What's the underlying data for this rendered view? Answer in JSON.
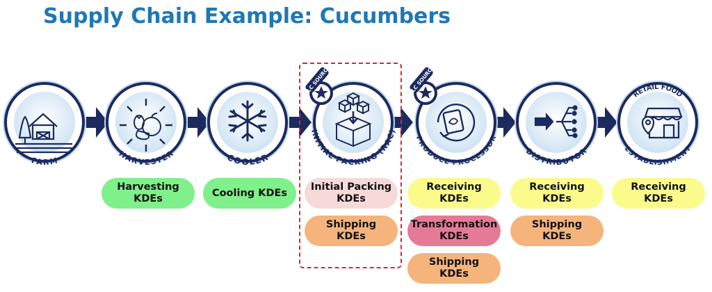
{
  "title": "Supply Chain Example: Cucumbers",
  "stages": [
    {
      "id": "farm",
      "label": "FARM",
      "icon": "barn-icon"
    },
    {
      "id": "harvester",
      "label": "HARVESTER",
      "icon": "vegetables-icon"
    },
    {
      "id": "cooler",
      "label": "COOLER",
      "icon": "snowflake-icon"
    },
    {
      "id": "initial-packing",
      "label": "INITIAL PACKING (RAC)",
      "icon": "boxes-icon",
      "badge": "TLC SOURCE"
    },
    {
      "id": "produce-processor",
      "label": "PRODUCE PROCESSOR",
      "icon": "package-cycle-icon",
      "badge": "TLC SOURCE"
    },
    {
      "id": "distributor",
      "label": "DISTRIBUTOR",
      "icon": "arrows-network-icon"
    },
    {
      "id": "retail-food",
      "label_top": "RETAIL FOOD",
      "label_bottom": "ESTABLISHMENT",
      "icon": "storefront-icon"
    }
  ],
  "kdes": {
    "harvester": [
      {
        "line1": "Harvesting",
        "line2": "KDEs",
        "color": "green"
      }
    ],
    "cooler": [
      {
        "line1": "Cooling KDEs",
        "line2": "",
        "color": "green"
      }
    ],
    "initial_packing": [
      {
        "line1": "Initial Packing",
        "line2": "KDEs",
        "color": "pink"
      },
      {
        "line1": "Shipping",
        "line2": "KDEs",
        "color": "orange"
      }
    ],
    "produce_processor": [
      {
        "line1": "Receiving",
        "line2": "KDEs",
        "color": "yellow"
      },
      {
        "line1": "Transformation",
        "line2": "KDEs",
        "color": "rose"
      },
      {
        "line1": "Shipping",
        "line2": "KDEs",
        "color": "orange"
      }
    ],
    "distributor": [
      {
        "line1": "Receiving",
        "line2": "KDEs",
        "color": "yellow"
      },
      {
        "line1": "Shipping",
        "line2": "KDEs",
        "color": "orange"
      }
    ],
    "retail_food": [
      {
        "line1": "Receiving",
        "line2": "KDEs",
        "color": "yellow"
      }
    ]
  },
  "colors": {
    "navy": "#1c2a5e",
    "ring": "#ffffff",
    "fill": "#e3eff8",
    "title": "#1f78b4",
    "highlight": "#e0262b"
  }
}
